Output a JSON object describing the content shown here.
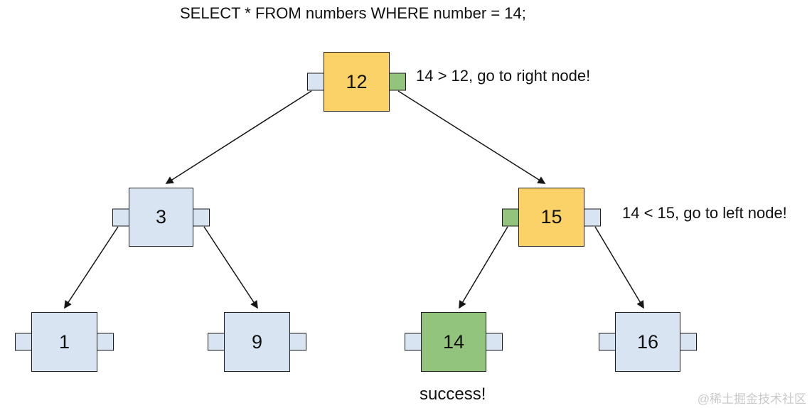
{
  "title": "SELECT * FROM numbers WHERE number = 14;",
  "annotations": {
    "root_step": "14 > 12, go to right node!",
    "level2_step": "14 < 15, go to left node!",
    "result": "success!"
  },
  "watermark": "@稀土掘金技术社区",
  "colors": {
    "node_default_blue": "#d8e4f2",
    "node_visited_yellow": "#fbd267",
    "node_success_green": "#93c47d",
    "border": "#1c1c1c"
  },
  "tree": {
    "nodes": [
      {
        "value": "12",
        "fill": "yellow",
        "left_port": "blue",
        "right_port": "green",
        "role": "root, visited"
      },
      {
        "value": "3",
        "fill": "blue",
        "left_port": "blue",
        "right_port": "blue",
        "role": "left child of 12"
      },
      {
        "value": "15",
        "fill": "yellow",
        "left_port": "green",
        "right_port": "blue",
        "role": "right child of 12, visited"
      },
      {
        "value": "1",
        "fill": "blue",
        "left_port": "blue",
        "right_port": "blue",
        "role": "left child of 3"
      },
      {
        "value": "9",
        "fill": "blue",
        "left_port": "blue",
        "right_port": "blue",
        "role": "right child of 3"
      },
      {
        "value": "14",
        "fill": "green",
        "left_port": "blue",
        "right_port": "blue",
        "role": "left child of 15, match"
      },
      {
        "value": "16",
        "fill": "blue",
        "left_port": "blue",
        "right_port": "blue",
        "role": "right child of 15"
      }
    ],
    "edges": [
      {
        "from": "12",
        "to": "3"
      },
      {
        "from": "12",
        "to": "15"
      },
      {
        "from": "3",
        "to": "1"
      },
      {
        "from": "3",
        "to": "9"
      },
      {
        "from": "15",
        "to": "14"
      },
      {
        "from": "15",
        "to": "16"
      }
    ]
  }
}
